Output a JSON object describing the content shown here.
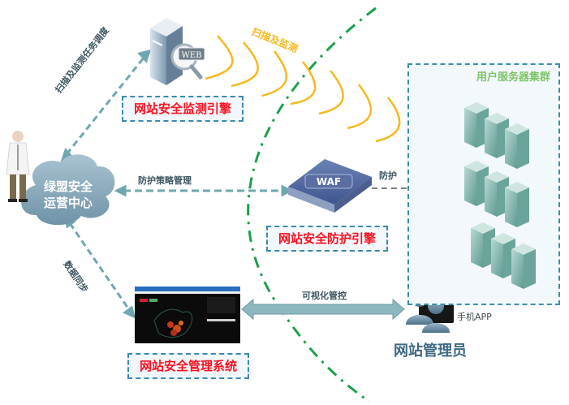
{
  "labels": {
    "monitor_engine": "网站安全监测引擎",
    "protect_engine": "网站安全防护引擎",
    "management_system": "网站安全管理系统",
    "operations_center_line1": "绿盟安全",
    "operations_center_line2": "运营中心",
    "server_cluster": "用户服务器集群",
    "web_admin": "网站管理员",
    "mobile_app": "手机APP",
    "waf_device": "WAF",
    "web_badge": "WEB"
  },
  "connections": {
    "scan_task_dispatch": "扫描及监测任务调度",
    "protection_policy": "防护策略管理",
    "data_sync": "数据同步",
    "scan_monitor": "扫描及监测",
    "protect": "防护",
    "visual_control": "可视化管控"
  },
  "colors": {
    "label_red": "#ff1020",
    "dashed_border": "#3a8ab0",
    "arrow_teal": "#6fa7b0",
    "boundary_green": "#1aa04a",
    "wave_yellow": "#f6b81c",
    "cluster_title_green": "#7fc46a"
  }
}
